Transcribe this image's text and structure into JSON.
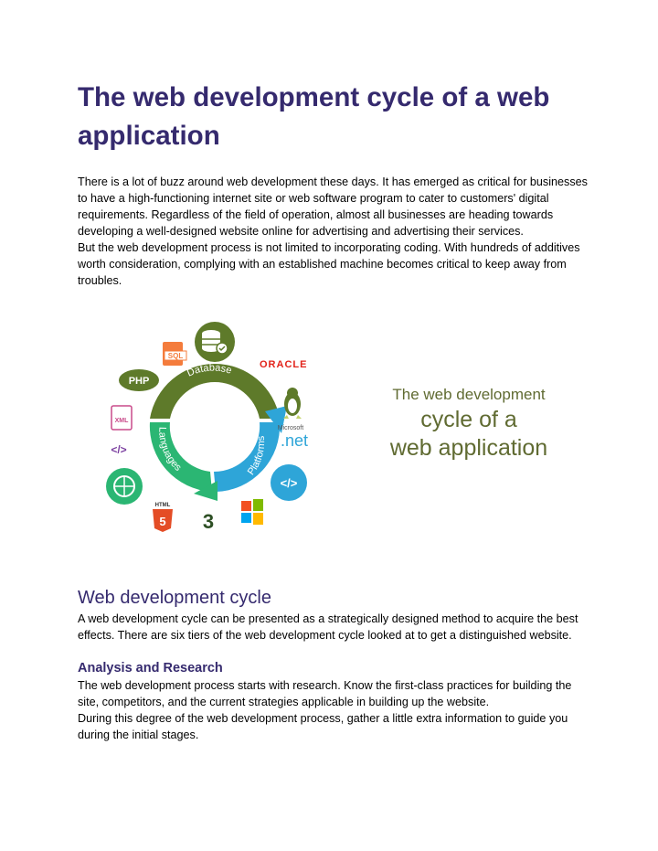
{
  "document": {
    "title": "The web development cycle of a web application",
    "intro_paragraphs": [
      "There is a lot of buzz around web development these days. It has emerged as critical for businesses to have a high-functioning internet site or web software program to cater to customers' digital requirements. Regardless of the field of operation, almost all businesses are heading towards developing a well-designed website online for advertising and advertising their services.",
      "But the web development process is not limited to incorporating coding. With hundreds of additives worth consideration, complying with an established machine becomes critical to keep away from troubles."
    ],
    "figure": {
      "title_line1": "The web development",
      "title_line2": "cycle of a",
      "title_line3": "web application",
      "ring_labels": {
        "database": "Database",
        "platforms": "Platforms",
        "languages": "Languages"
      },
      "icon_texts": {
        "php": "PHP",
        "sql": "SQL",
        "xml": "XML",
        "code": "</>",
        "oracle": "ORACLE",
        "microsoft": "Microsoft",
        "dotnet": ".net",
        "html5": "HTML",
        "html5_num": "5",
        "css3_num": "3"
      },
      "colors": {
        "database_segment": "#5e7a2a",
        "platforms_segment": "#2ea5d8",
        "languages_segment": "#2bb673",
        "title_text": "#606b32"
      }
    },
    "section": {
      "heading": "Web development cycle",
      "body": "A web development cycle can be presented as a strategically designed method to acquire the best effects. There are six tiers of the web development cycle looked at to get a distinguished website.",
      "subheading": "Analysis and Research",
      "sub_paragraphs": [
        "The web development process starts with research. Know the first-class practices for building the site, competitors, and the current strategies applicable in building up the website.",
        "During this degree of the web development process, gather a little extra information to guide you during the initial stages."
      ]
    },
    "colors": {
      "heading": "#352a6e"
    }
  }
}
